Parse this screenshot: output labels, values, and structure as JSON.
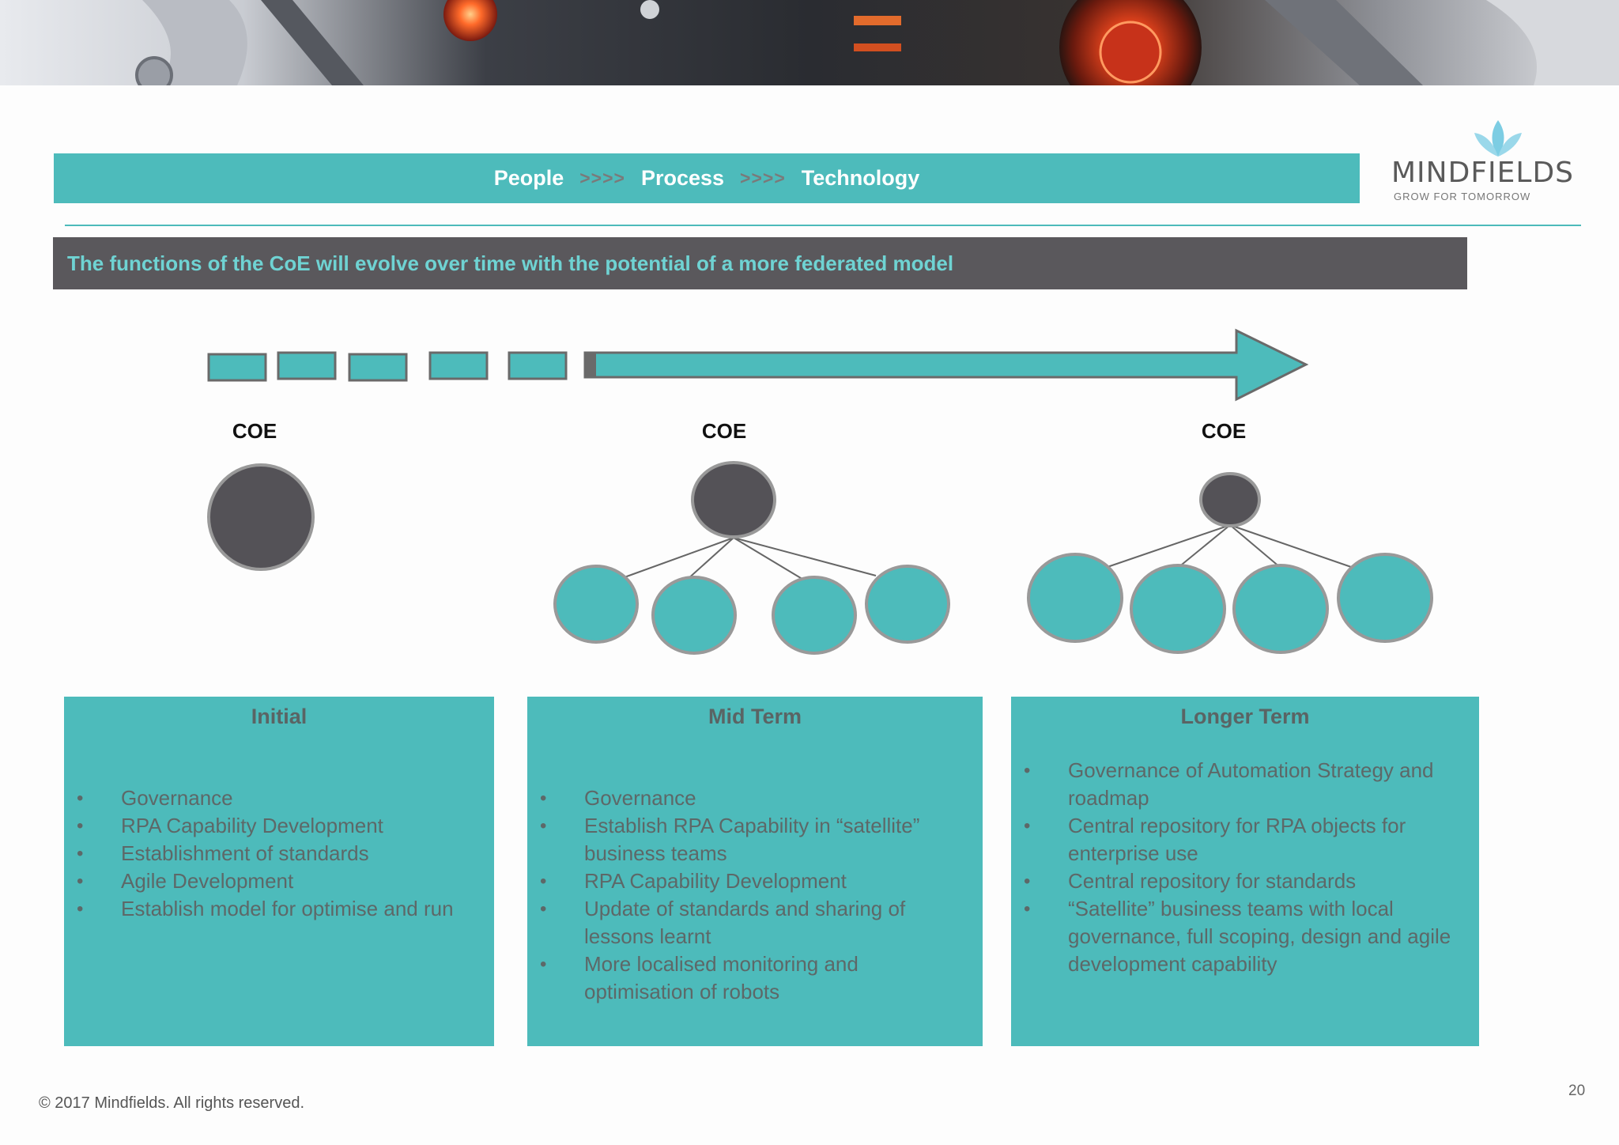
{
  "banner": {
    "icon": "robot-banner-image"
  },
  "process_bar": {
    "steps": [
      "People",
      "Process",
      "Technology"
    ],
    "separator": ">>>>"
  },
  "logo": {
    "name": "MINDFIELDS",
    "tagline": "GROW FOR TOMORROW",
    "icon": "lotus-icon",
    "color": "#6cc6dc"
  },
  "headline": "The functions of the CoE will evolve over time with the potential of a more federated model",
  "diagram": {
    "coe_labels": [
      "COE",
      "COE",
      "COE"
    ]
  },
  "phases": [
    {
      "title": "Initial",
      "items": [
        "Governance",
        "RPA Capability Development",
        "Establishment of standards",
        "Agile Development",
        "Establish model for optimise and run"
      ]
    },
    {
      "title": "Mid Term",
      "items": [
        "Governance",
        "Establish RPA Capability in “satellite” business teams",
        "RPA Capability Development",
        "Update of standards and sharing of lessons learnt",
        "More localised monitoring and optimisation of robots"
      ]
    },
    {
      "title": "Longer Term",
      "items": [
        "Governance of Automation Strategy and roadmap",
        "Central repository for RPA objects for enterprise use",
        "Central repository for standards",
        "“Satellite” business teams with local governance, full scoping, design and agile development capability"
      ]
    }
  ],
  "footer": {
    "copyright": "© 2017  Mindfields. All rights reserved.",
    "page_number": "20"
  },
  "colors": {
    "teal": "#4dbbbb",
    "dark_gray": "#5a585c",
    "headline_text": "#6fd3d3"
  }
}
